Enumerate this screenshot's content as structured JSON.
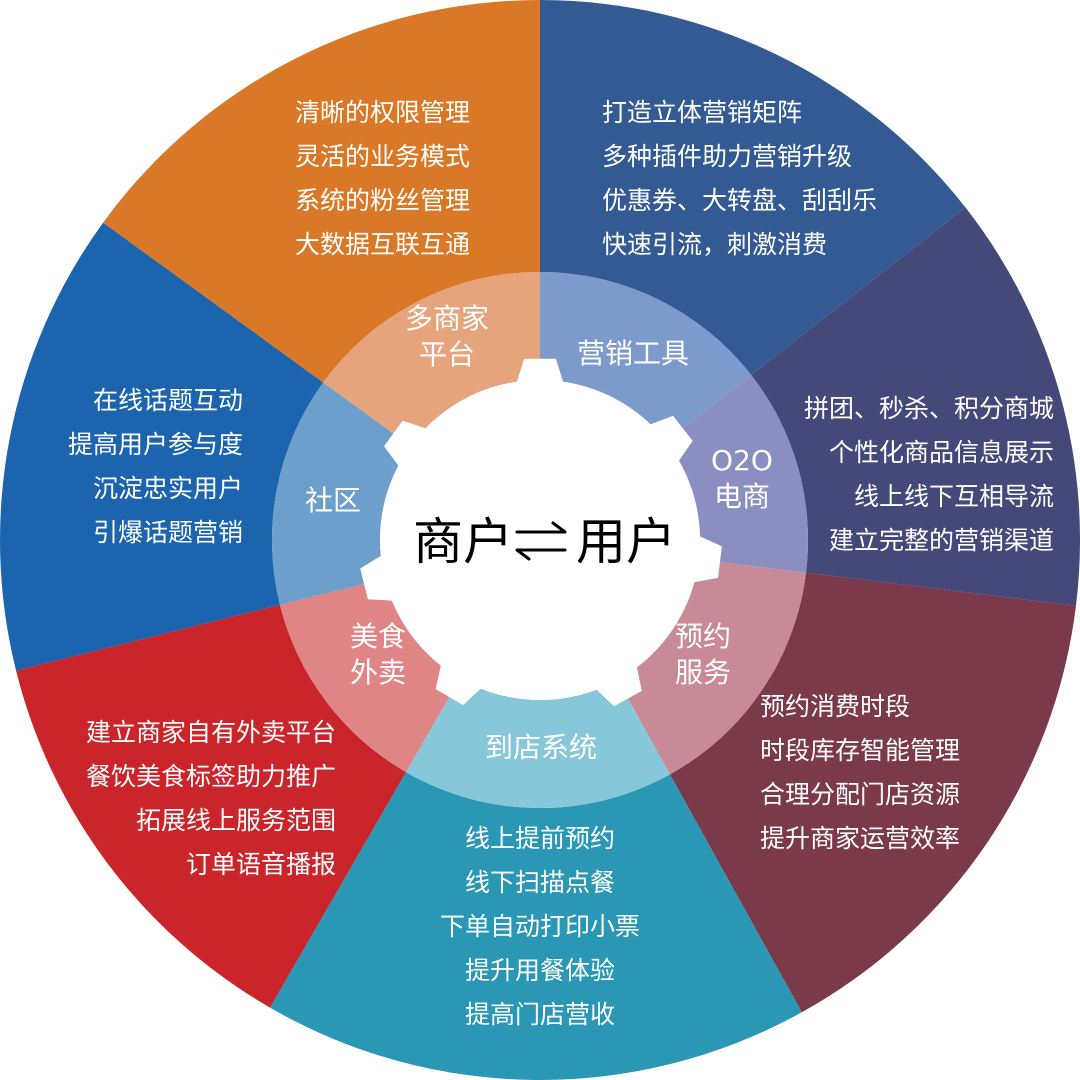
{
  "center": {
    "text_left": "商户",
    "text_right": "用户",
    "arrow_symbol": "⇄"
  },
  "segments": [
    {
      "id": "marketing-tools",
      "label": [
        "营销工具"
      ],
      "color": "#335A92",
      "inner_color": "#7D9ACC",
      "features": [
        "打造立体营销矩阵",
        "多种插件助力营销升级",
        "优惠券、大转盘、刮刮乐",
        "快速引流，刺激消费"
      ]
    },
    {
      "id": "o2o-ecommerce",
      "label": [
        "O2O",
        "电商"
      ],
      "color": "#45497A",
      "inner_color": "#8A8EC0",
      "features": [
        "拼团、秒杀、积分商城",
        "个性化商品信息展示",
        "线上线下互相导流",
        "建立完整的营销渠道"
      ]
    },
    {
      "id": "reservation-service",
      "label": [
        "预约",
        "服务"
      ],
      "color": "#7A3A4A",
      "inner_color": "#C98A98",
      "features": [
        "预约消费时段",
        "时段库存智能管理",
        "合理分配门店资源",
        "提升商家运营效率"
      ]
    },
    {
      "id": "instore-system",
      "label": [
        "到店系统"
      ],
      "color": "#2A97B5",
      "inner_color": "#86C8DA",
      "features": [
        "线上提前预约",
        "线下扫描点餐",
        "下单自动打印小票",
        "提升用餐体验",
        "提高门店营收"
      ]
    },
    {
      "id": "food-delivery",
      "label": [
        "美食",
        "外卖"
      ],
      "color": "#C9252B",
      "inner_color": "#E08585",
      "features": [
        "建立商家自有外卖平台",
        "餐饮美食标签助力推广",
        "拓展线上服务范围",
        "订单语音播报"
      ]
    },
    {
      "id": "community",
      "label": [
        "社区"
      ],
      "color": "#1D64AF",
      "inner_color": "#6C9FCB",
      "features": [
        "在线话题互动",
        "提高用户参与度",
        "沉淀忠实用户",
        "引爆话题营销"
      ]
    },
    {
      "id": "multi-merchant-platform",
      "label": [
        "多商家",
        "平台"
      ],
      "color": "#D97826",
      "inner_color": "#E5A47C",
      "features": [
        "清晰的权限管理",
        "灵活的业务模式",
        "系统的粉丝管理",
        "大数据互联互通"
      ]
    }
  ]
}
